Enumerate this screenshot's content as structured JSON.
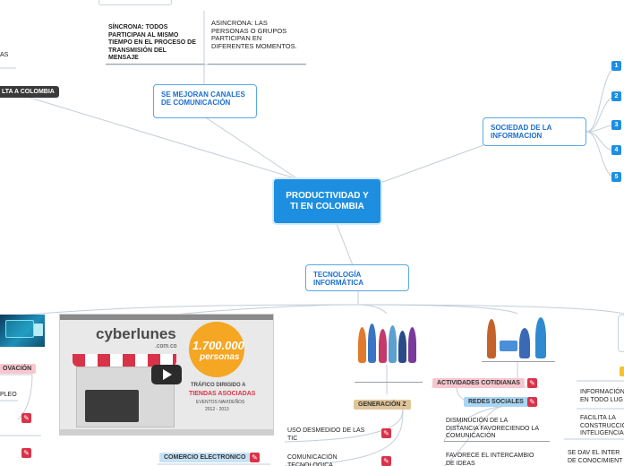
{
  "central": {
    "title": "PRODUCTIVIDAD Y TI EN COLOMBIA"
  },
  "branches": {
    "canales": "SE MEJORAN CANALES DE COMUNICACIÓN",
    "sociedad": "SOCIEDAD DE LA INFORMACION",
    "tecnologia": "TECNOLOGÍA INFORMÁTICA"
  },
  "canales_children": {
    "sincrona": "SÍNCRONA:  TODOS PARTICIPAN AL MISMO TIEMPO EN EL PROCESO DE TRANSMISIÓN DEL MENSAJE",
    "asincrona": "ASINCRONA: LAS PERSONAS O GRUPOS PARTICIPAN  EN DIFERENTES MOMENTOS."
  },
  "left_edge": {
    "partial_text": "AS",
    "dark_tag": "LTA A COLOMBIA",
    "ovacion_tag": "OVACIÓN",
    "pleo_text": "PLEO"
  },
  "sociedad_items": [
    "1",
    "2",
    "3",
    "4",
    "5"
  ],
  "cyberlunes": {
    "brand": "cyberlunes",
    "domain": ".com.co",
    "count": "1.700.000",
    "count_label": "personas",
    "line1": "TRÁFICO DIRIGIDO A",
    "line2": "TIENDAS ASOCIADAS",
    "line3": "EVENTOS NAVIDEÑOS",
    "line4": "2012 - 2013"
  },
  "tags": {
    "comercio": "COMERCIO ELECTRONICO",
    "generacion": "GENERACIÓN Z",
    "actividades": "ACTIVIDADES COTIDIANAS",
    "redes": "REDES SOCIALES"
  },
  "generacion_children": {
    "uso": "USO DESMEDIDO DE LAS TIC",
    "comunicacion": "COMUNICACIÓN TECNOLOGICA"
  },
  "redes_children": {
    "disminucion": "DISMINUCIÓN DE LA DISTANCIA FAVORECIENDO LA COMUNICACIÓN",
    "favorece": "FAVORECE EL INTERCAMBIO DE IDEAS"
  },
  "right_children": {
    "informacion": "INFORMACIÓN EN TODO LUG",
    "facilita": "FACILITA LA CONSTRUCCIÓN INTELIGENCIA",
    "sedav": "SE DAV EL INTER DE CONOCIMIENT"
  },
  "colors": {
    "central": "#1e8fe0",
    "branch_border": "#5aa8e8",
    "branch_text": "#1a6fd0",
    "red_icon": "#d9334a",
    "line": "#b9c8d6"
  }
}
